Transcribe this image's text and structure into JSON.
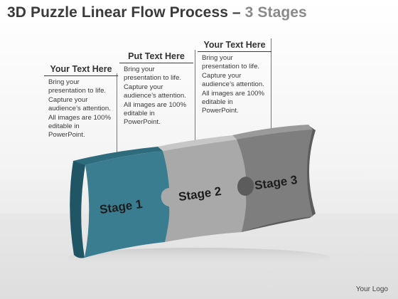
{
  "title": {
    "main": "3D Puzzle Linear Flow Process",
    "dash": " – ",
    "sub": "3 Stages"
  },
  "callouts": [
    {
      "heading": "Your Text Here",
      "body": [
        "Bring your",
        "presentation to life.",
        "Capture your",
        "audience’s attention.",
        "All images are 100%",
        "editable in",
        "PowerPoint."
      ]
    },
    {
      "heading": "Put Text Here",
      "body": [
        "Bring your",
        "presentation to life.",
        "Capture your",
        "audience’s attention.",
        "All images are 100%",
        "editable in",
        "PowerPoint."
      ]
    },
    {
      "heading": "Your Text Here",
      "body": [
        "Bring your",
        "presentation to life.",
        "Capture your",
        "audience’s attention.",
        "All images are 100%",
        "editable in",
        "PowerPoint."
      ]
    }
  ],
  "stages": [
    {
      "label": "Stage 1",
      "color": "#3a7d90"
    },
    {
      "label": "Stage 2",
      "color": "#a9a9a9"
    },
    {
      "label": "Stage 3",
      "color": "#7e7e7e"
    }
  ],
  "footer": "Your Logo"
}
